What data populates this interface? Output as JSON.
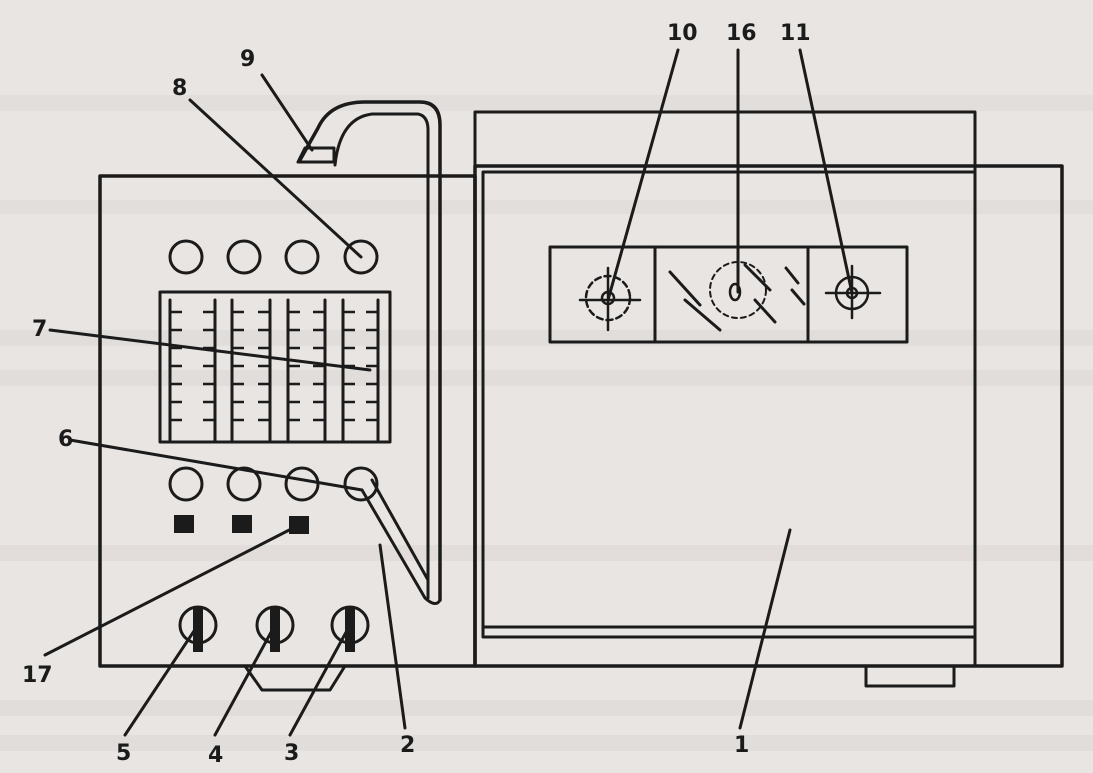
{
  "diagram": {
    "labels": {
      "l1": "1",
      "l2": "2",
      "l3": "3",
      "l4": "4",
      "l5": "5",
      "l6": "6",
      "l7": "7",
      "l8": "8",
      "l9": "9",
      "l10": "10",
      "l11": "11",
      "l16": "16",
      "l17": "17"
    }
  }
}
